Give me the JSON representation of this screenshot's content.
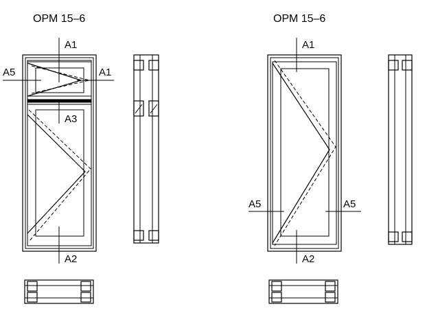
{
  "left_unit": {
    "title": "ОРМ 15–6",
    "label_top": "A1",
    "label_transom_left": "A5",
    "label_transom_right": "A1",
    "label_middle": "A3",
    "label_bottom": "A2"
  },
  "right_unit": {
    "title": "ОРМ 15–6",
    "label_top": "A1",
    "label_left": "A5",
    "label_right": "A5",
    "label_bottom": "A2"
  }
}
